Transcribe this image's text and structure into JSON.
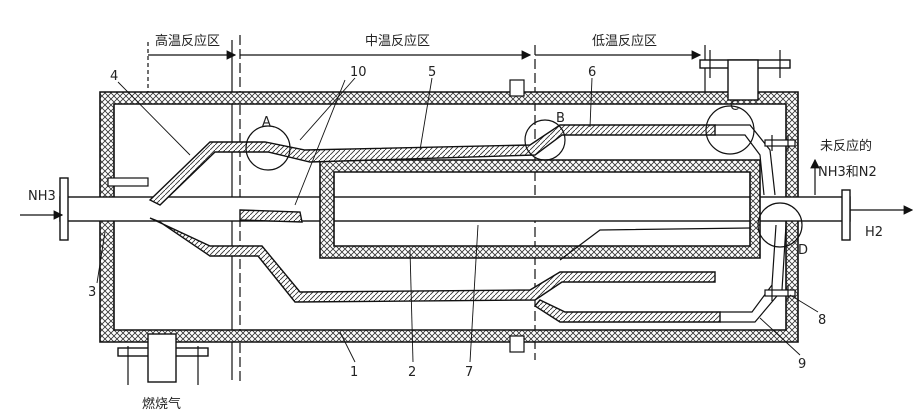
{
  "zones": {
    "high": "高温反应区",
    "mid": "中温反应区",
    "low": "低温反应区"
  },
  "io": {
    "nh3_in": "NH3",
    "h2_out": "H2",
    "unreacted_line1": "未反应的",
    "unreacted_line2": "NH3和N2",
    "exhaust": "燃烧气"
  },
  "detail_letters": [
    "A",
    "B",
    "C",
    "D"
  ],
  "part_numbers": [
    "4",
    "10",
    "5",
    "6",
    "3",
    "1",
    "2",
    "7",
    "8",
    "9"
  ]
}
